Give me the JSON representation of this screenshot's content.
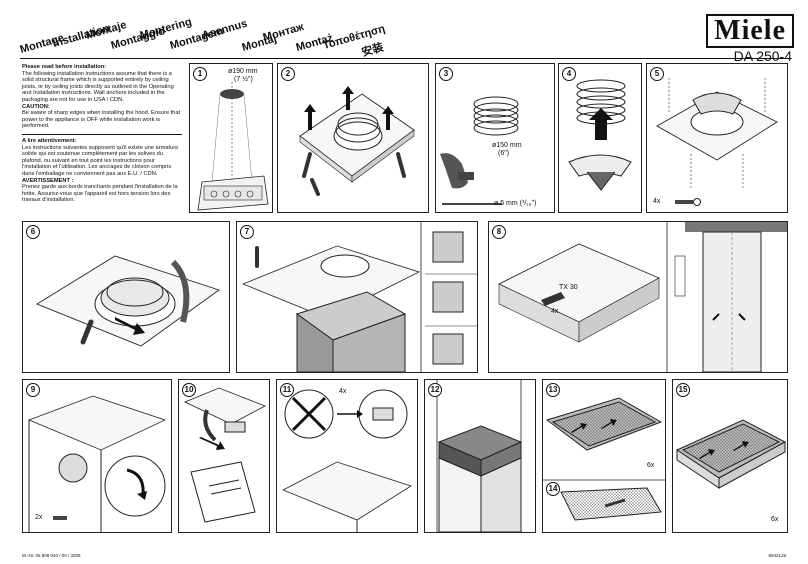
{
  "header": {
    "languages": [
      "Montage",
      "Installation",
      "Montaje",
      "Montaggio",
      "Montering",
      "Montagem",
      "Asennus",
      "Montaj",
      "Монтаж",
      "Montaż",
      "Τοποθέτηση",
      "安装"
    ],
    "brand": "Miele",
    "model": "DA 250-4"
  },
  "instructions": {
    "en_title": "Please read before installation:",
    "en_body": "The following installation instructions assume that there is a solid structural frame which is supported entirely by ceiling joists, or by ceiling joists directly as outlined in the Operating and Installation instructions. Wall anchors included in the packaging are not for use in USA / CDN.",
    "en_caution_title": "CAUTION:",
    "en_caution": "Be aware of sharp edges when installing the hood. Ensure that power to the appliance is OFF while installation work is performed.",
    "fr_title": "A lire attentivement:",
    "fr_body": "Les instructions suivantes supposent qu'il existe une armature solide qui est soutenue complètement par les solives du plafond, ou suivant en tout point les instructions pour l'installation et l'utilisation. Les ancrages de cloison compris dans l'emballage ne conviennent pas aux E.U. / CDN.",
    "fr_caution_title": "AVERTISSEMENT :",
    "fr_caution": "Prenez garde aux bords tranchants pendant l'installation de la hotte. Assurez-vous que l'appareil est hors tension lors des travaux d'installation."
  },
  "steps": {
    "s1": {
      "num": "1",
      "dim1": "ø190 mm",
      "dim2": "(7 ½\")"
    },
    "s2": {
      "num": "2"
    },
    "s3": {
      "num": "3",
      "dim1": "ø150 mm",
      "dim2": "(6\")",
      "drill": "ø 5 mm (³/₁₆\")"
    },
    "s4": {
      "num": "4"
    },
    "s5": {
      "num": "5",
      "qty": "4x"
    },
    "s6": {
      "num": "6"
    },
    "s7": {
      "num": "7"
    },
    "s8": {
      "num": "8",
      "tool": "TX 30",
      "qty": "4x"
    },
    "s9": {
      "num": "9",
      "qty": "2x"
    },
    "s10": {
      "num": "10"
    },
    "s11": {
      "num": "11",
      "qty": "4x"
    },
    "s12": {
      "num": "12"
    },
    "s13": {
      "num": "13",
      "qty": "6x"
    },
    "s14": {
      "num": "14"
    },
    "s15": {
      "num": "15",
      "qty": "6x"
    }
  },
  "footer": {
    "left": "M.-Nr. 06 808 040 / 00 / 3208",
    "right": "6942129"
  }
}
